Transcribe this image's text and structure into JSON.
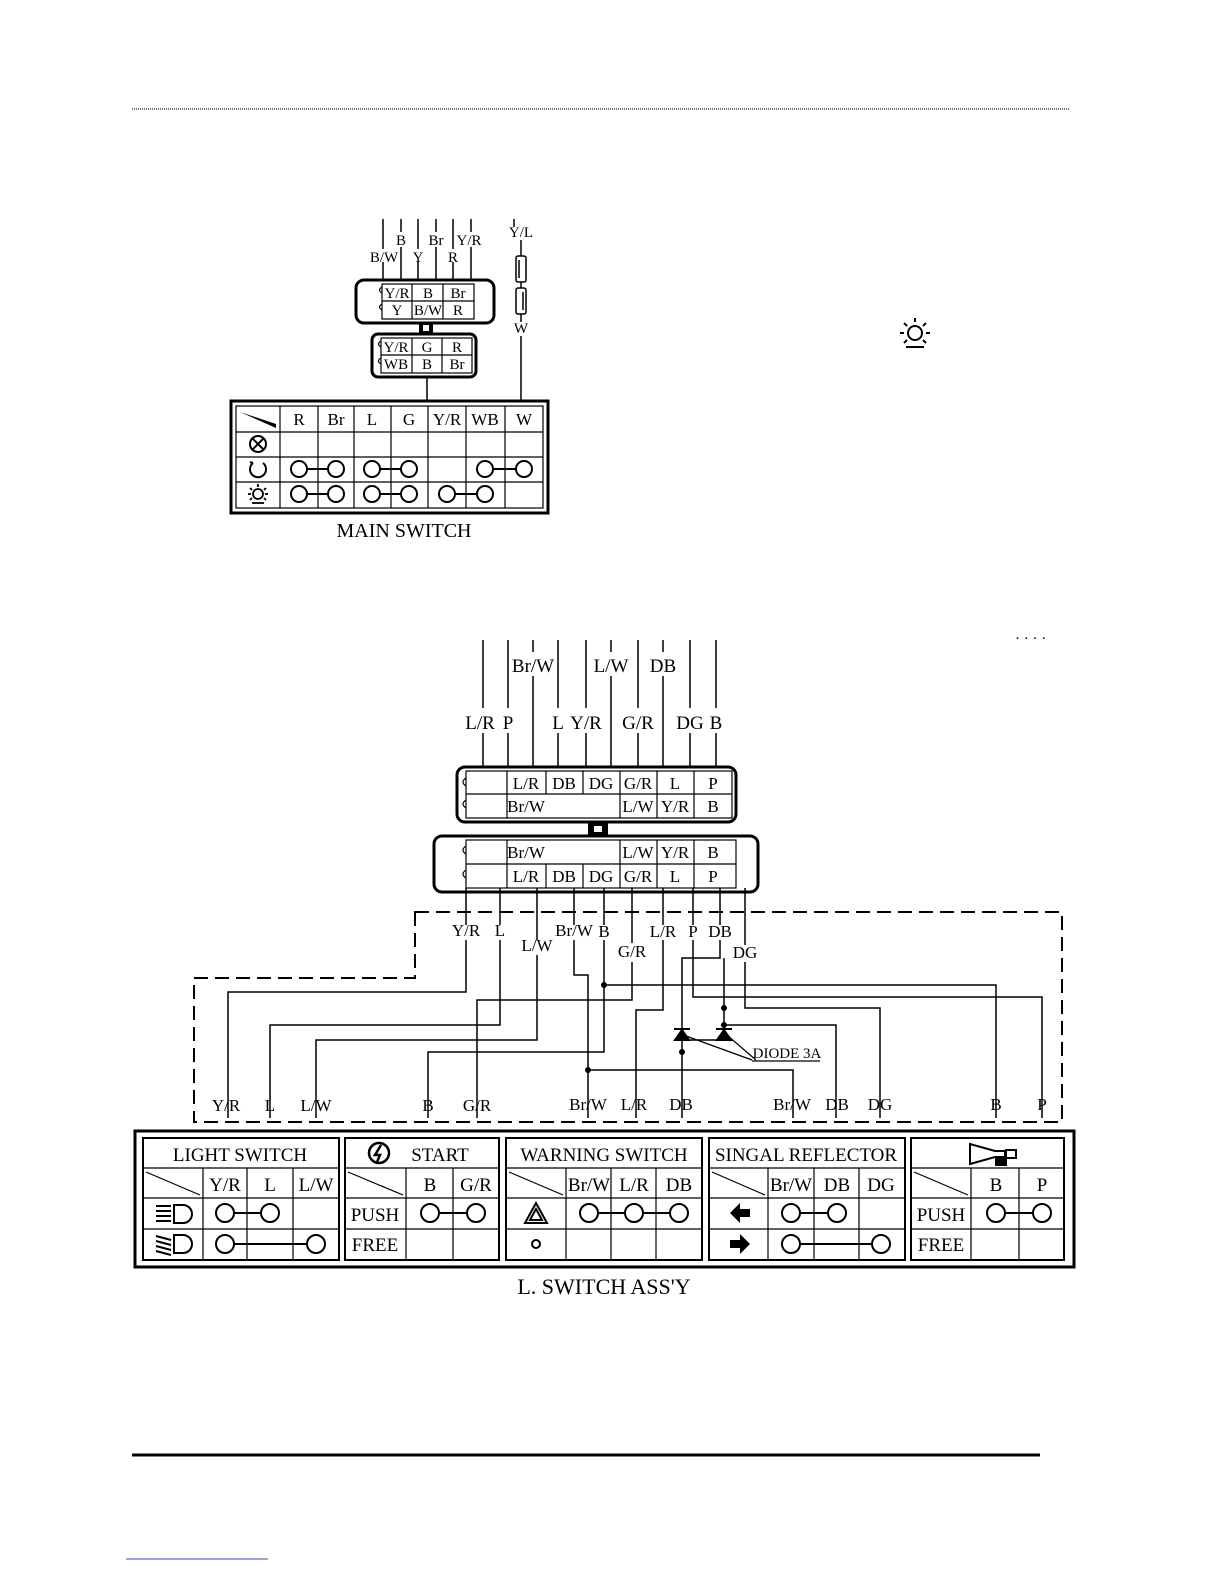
{
  "main_switch": {
    "title": "MAIN SWITCH",
    "top_wires_row1": [
      "B",
      "Br",
      "Y/R"
    ],
    "top_wires_row2": [
      "B/W",
      "Y",
      "R"
    ],
    "side_wire_top": "Y/L",
    "side_wire_bottom": "W",
    "connector_upper": [
      [
        "Y/R",
        "B",
        "Br"
      ],
      [
        "Y",
        "B/W",
        "R"
      ]
    ],
    "connector_lower": [
      [
        "Y/R",
        "G",
        "R"
      ],
      [
        "WB",
        "B",
        "Br"
      ]
    ],
    "table_headers": [
      "R",
      "Br",
      "L",
      "G",
      "Y/R",
      "WB",
      "W"
    ],
    "positions": [
      "off-icon",
      "on-icon",
      "light-icon"
    ]
  },
  "l_switch": {
    "title": "L. SWITCH ASS'Y",
    "top_wires_upper": [
      "Br/W",
      "L/W",
      "DB"
    ],
    "top_wires_lower": [
      "L/R",
      "P",
      "L",
      "Y/R",
      "G/R",
      "DG",
      "B"
    ],
    "connector_male": [
      [
        "L/R",
        "DB",
        "DG",
        "G/R",
        "L",
        "P"
      ],
      [
        "Br/W",
        "",
        "",
        "L/W",
        "Y/R",
        "B"
      ]
    ],
    "connector_female": [
      [
        "Br/W",
        "",
        "",
        "L/W",
        "Y/R",
        "B"
      ],
      [
        "L/R",
        "DB",
        "DG",
        "G/R",
        "L",
        "P"
      ]
    ],
    "harness_labels": [
      "Y/R",
      "L",
      "L/W",
      "Br/W",
      "B",
      "G/R",
      "L/R",
      "P",
      "DB",
      "DG"
    ],
    "diode_label": "DIODE 3A",
    "bottom_labels": [
      "Y/R",
      "L",
      "L/W",
      "B",
      "G/R",
      "Br/W",
      "L/R",
      "DB",
      "Br/W",
      "DB",
      "DG",
      "B",
      "P"
    ],
    "panels": [
      {
        "title": "LIGHT SWITCH",
        "headers": [
          "Y/R",
          "L",
          "L/W"
        ],
        "rows": [
          "high-beam-icon",
          "low-beam-icon"
        ]
      },
      {
        "title": "START",
        "headers": [
          "B",
          "G/R"
        ],
        "rows": [
          "PUSH",
          "FREE"
        ]
      },
      {
        "title": "WARNING SWITCH",
        "headers": [
          "Br/W",
          "L/R",
          "DB"
        ],
        "rows": [
          "hazard-icon",
          "off-dot-icon"
        ]
      },
      {
        "title": "SINGAL REFLECTOR",
        "headers": [
          "Br/W",
          "DB",
          "DG"
        ],
        "rows": [
          "left-arrow-icon",
          "right-arrow-icon"
        ]
      },
      {
        "title": "",
        "headers": [
          "B",
          "P"
        ],
        "rows": [
          "PUSH",
          "FREE"
        ]
      }
    ]
  }
}
